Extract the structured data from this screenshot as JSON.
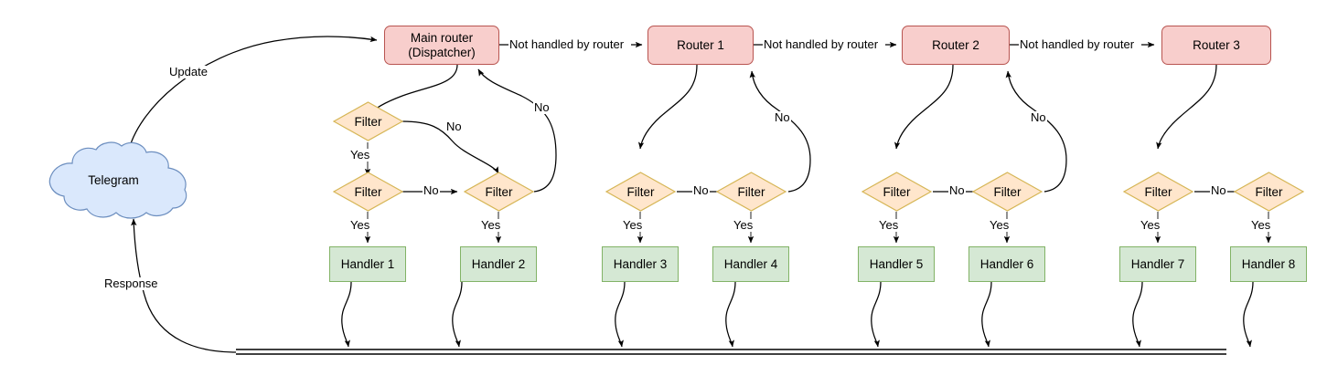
{
  "diagram": {
    "title": "Telegram bot update routing flow",
    "colors": {
      "router_fill": "#f8cecc",
      "router_stroke": "#b85450",
      "filter_fill": "#ffe6cc",
      "filter_stroke": "#d6b656",
      "handler_fill": "#d5e8d4",
      "handler_stroke": "#82b366",
      "cloud_fill": "#dae8fc",
      "cloud_stroke": "#6c8ebf",
      "edge_stroke": "#000000",
      "background": "#ffffff"
    }
  },
  "source": {
    "cloud_label": "Telegram",
    "update_label": "Update",
    "response_label": "Response"
  },
  "routers": [
    {
      "id": "main-router",
      "line1": "Main router",
      "line2": "(Dispatcher)"
    },
    {
      "id": "router-1",
      "line1": "Router 1",
      "line2": ""
    },
    {
      "id": "router-2",
      "line1": "Router 2",
      "line2": ""
    },
    {
      "id": "router-3",
      "line1": "Router 3",
      "line2": ""
    }
  ],
  "router_chain_labels": [
    "Not handled by router",
    "Not handled by router",
    "Not handled by router"
  ],
  "filters": [
    {
      "id": "filter-a1",
      "label": "Filter"
    },
    {
      "id": "filter-a2",
      "label": "Filter"
    },
    {
      "id": "filter-a3",
      "label": "Filter"
    },
    {
      "id": "filter-b1",
      "label": "Filter"
    },
    {
      "id": "filter-b2",
      "label": "Filter"
    },
    {
      "id": "filter-c1",
      "label": "Filter"
    },
    {
      "id": "filter-c2",
      "label": "Filter"
    },
    {
      "id": "filter-d1",
      "label": "Filter"
    },
    {
      "id": "filter-d2",
      "label": "Filter"
    }
  ],
  "handlers": [
    {
      "id": "handler-1",
      "label": "Handler 1"
    },
    {
      "id": "handler-2",
      "label": "Handler 2"
    },
    {
      "id": "handler-3",
      "label": "Handler 3"
    },
    {
      "id": "handler-4",
      "label": "Handler 4"
    },
    {
      "id": "handler-5",
      "label": "Handler 5"
    },
    {
      "id": "handler-6",
      "label": "Handler 6"
    },
    {
      "id": "handler-7",
      "label": "Handler 7"
    },
    {
      "id": "handler-8",
      "label": "Handler 8"
    }
  ],
  "decision_labels": {
    "yes": "Yes",
    "no": "No"
  },
  "edge_labels": {
    "main_filter_a1_no": "No",
    "main_filter_a3_no": "No",
    "main_filter_a2_no": "No",
    "r1_filter_b2_no": "No",
    "r1_filter_b1_no": "No",
    "r2_filter_c2_no": "No",
    "r2_filter_c1_no": "No",
    "r3_filter_d1_no": "No",
    "yes_a2": "Yes",
    "yes_a3": "Yes",
    "yes_a1": "Yes",
    "yes_b1": "Yes",
    "yes_b2": "Yes",
    "yes_c1": "Yes",
    "yes_c2": "Yes",
    "yes_d1": "Yes",
    "yes_d2": "Yes"
  }
}
